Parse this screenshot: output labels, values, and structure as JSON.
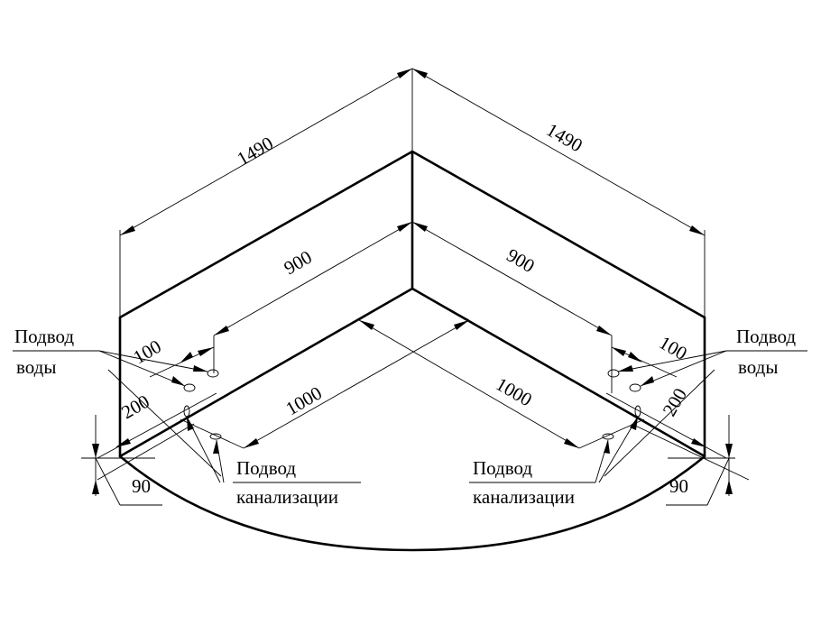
{
  "dimensions": {
    "left_total": "1490",
    "right_total": "1490",
    "left_inner": "900",
    "right_inner": "900",
    "left_rim": "1000",
    "right_rim": "1000",
    "left_100": "100",
    "right_100": "100",
    "left_200": "200",
    "right_200": "200",
    "left_90": "90",
    "right_90": "90"
  },
  "labels": {
    "water_left": [
      "Подвод",
      "воды"
    ],
    "water_right": [
      "Подвод",
      "воды"
    ],
    "drain_left": [
      "Подвод",
      "канализации"
    ],
    "drain_right": [
      "Подвод",
      "канализации"
    ]
  }
}
